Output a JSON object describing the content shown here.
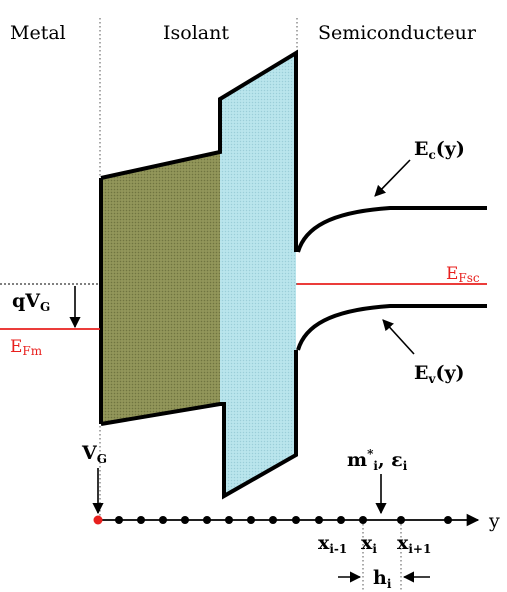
{
  "regions": {
    "metal": "Metal",
    "isolant": "Isolant",
    "semiconducteur": "Semiconducteur"
  },
  "bands": {
    "conduction_main": "E",
    "conduction_sub": "c",
    "conduction_tail": "(y)",
    "valence_main": "E",
    "valence_sub": "v",
    "valence_tail": "(y)"
  },
  "fermi": {
    "metal_main": "E",
    "metal_sub": "Fm",
    "semiconductor_main": "E",
    "semiconductor_sub": "Fsc"
  },
  "bias": {
    "energy_main": "qV",
    "energy_sub": "G",
    "gate_main": "V",
    "gate_sub": "G"
  },
  "mesh": {
    "mass_main": "m",
    "mass_sup": "*",
    "mass_sub": "i",
    "permittivity": ", ε",
    "permittivity_sub": "i",
    "axis_label": "y",
    "node_prev_main": "x",
    "node_prev_sub": "i-1",
    "node_main": "x",
    "node_sub": "i",
    "node_next_main": "x",
    "node_next_sub": "i+1",
    "step_main": "h",
    "step_sub": "i"
  },
  "colors": {
    "oxide_fill_1": "#8b8f54",
    "oxide_fill_2": "#b4e2ea",
    "fermi_line": "#e8201e",
    "origin_dot": "#e8201e",
    "ink": "#000000"
  }
}
